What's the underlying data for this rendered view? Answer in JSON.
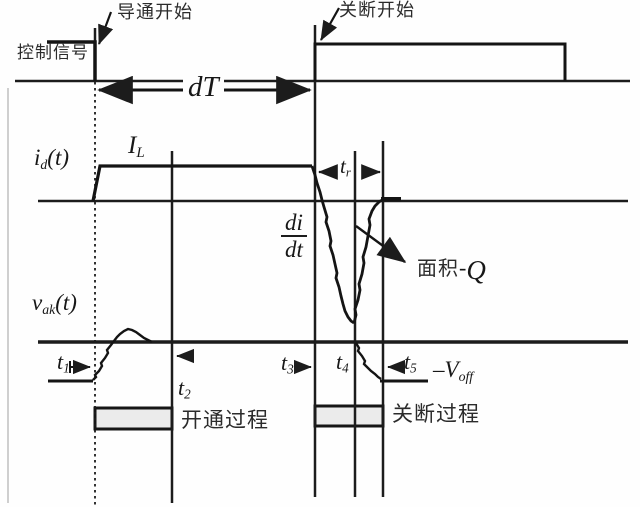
{
  "annotations": {
    "turn_on_start": "导通开始",
    "turn_off_start": "关断开始",
    "control_signal": "控制信号",
    "turn_on_process": "开通过程",
    "turn_off_process": "关断过程",
    "area_prefix": "面积",
    "area_dash": "-",
    "area_symbol": "Q"
  },
  "signals": {
    "current": {
      "base": "i",
      "sub": "d",
      "arg": "(t)"
    },
    "voltage": {
      "base": "v",
      "sub": "ak",
      "arg": "(t)"
    },
    "load_current": {
      "base": "I",
      "sub": "L"
    },
    "off_voltage": {
      "prefix": "–",
      "base": "V",
      "sub": "off"
    }
  },
  "intervals": {
    "duty": "dT",
    "recovery": {
      "base": "t",
      "sub": "r"
    }
  },
  "derivative": {
    "num": "di",
    "den": "dt"
  },
  "time_markers": {
    "t1": {
      "base": "t",
      "sub": "1"
    },
    "t2": {
      "base": "t",
      "sub": "2"
    },
    "t3": {
      "base": "t",
      "sub": "3"
    },
    "t4": {
      "base": "t",
      "sub": "4"
    },
    "t5": {
      "base": "t",
      "sub": "5"
    }
  },
  "colors": {
    "ink": "#1c1c1c",
    "band_fill": "#ebebeb",
    "background": "#fefefe",
    "scan_artifact": "#cfcfcf"
  }
}
